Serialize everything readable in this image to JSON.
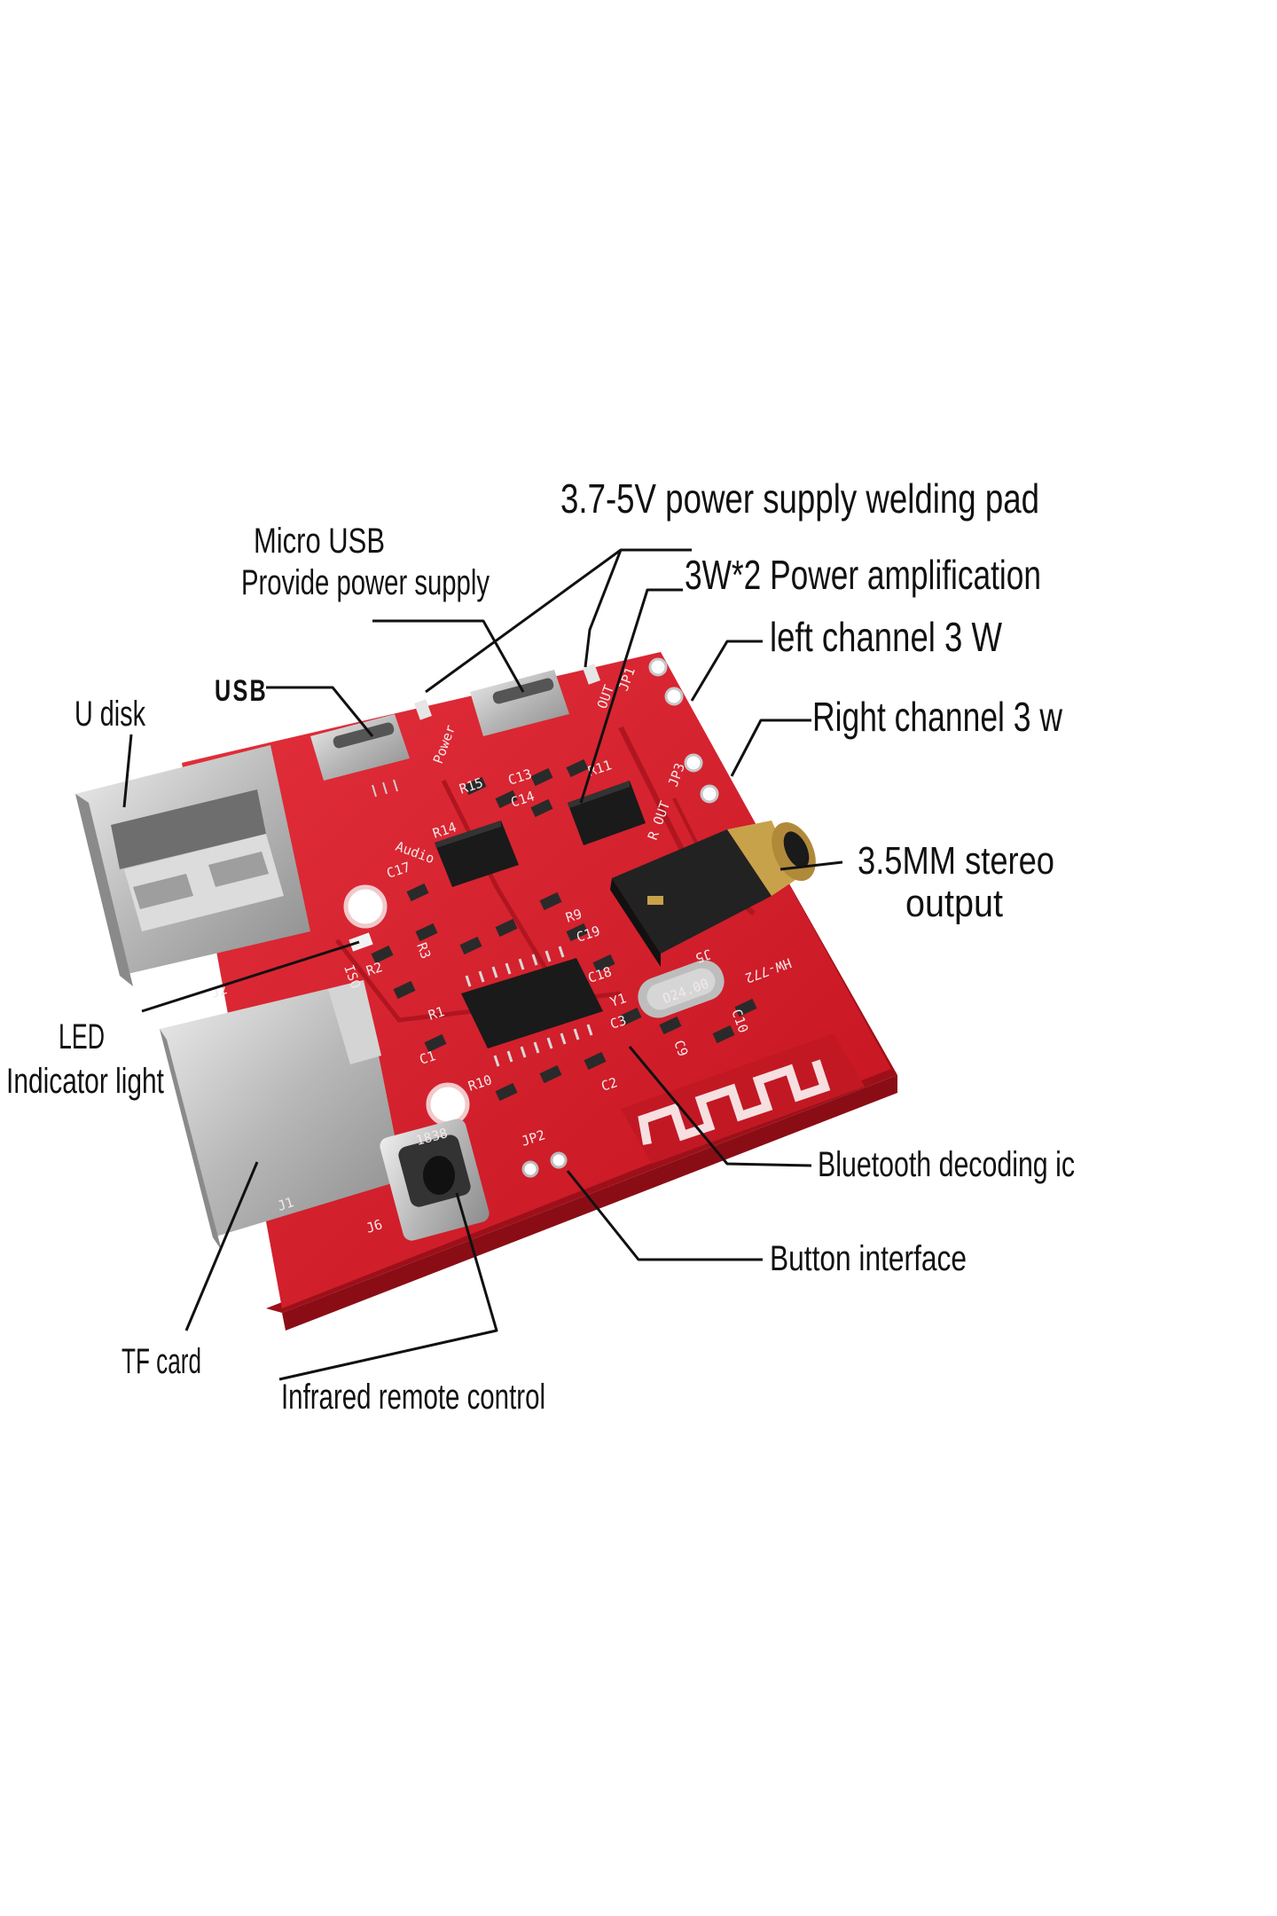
{
  "labels": {
    "power_pad": "3.7-5V power supply welding pad",
    "micro_usb_l1": "Micro USB",
    "micro_usb_l2": "Provide power supply",
    "amp": "3W*2 Power amplification",
    "left_channel": "left channel 3 W",
    "right_channel": "Right channel 3 w",
    "usb": "USB",
    "u_disk": "U disk",
    "stereo_l1": "3.5MM stereo",
    "stereo_l2": "output",
    "led_l1": "LED",
    "led_l2": "Indicator light",
    "bt_ic": "Bluetooth decoding ic",
    "button": "Button interface",
    "tf": "TF card",
    "ir": "Infrared remote control"
  },
  "silkscreen": {
    "audio": "Audio",
    "power": "Power",
    "out": "OUT",
    "r_out": "R OUT",
    "jp1": "JP1",
    "jp2": "JP2",
    "jp3": "JP3",
    "j5": "J5",
    "j2": "J2",
    "j1": "J1",
    "j6": "J6",
    "model": "HW-772",
    "crystal": "O24.00",
    "r15": "R15",
    "r14": "R14",
    "r11": "R11",
    "r9": "R9",
    "r10": "R10",
    "r2": "R2",
    "r1": "R1",
    "r3": "R3",
    "c13": "C13",
    "c14": "C14",
    "c17": "C17",
    "c18": "C18",
    "c19": "C19",
    "c1": "C1",
    "c2": "C2",
    "c3": "C3",
    "c9": "C9",
    "c10": "C10",
    "y1": "Y1",
    "iso": "ISO",
    "ir_mark": "1838"
  },
  "colors": {
    "pcb": "#d81e2c",
    "pcb_dark": "#a5121d",
    "silk": "#f4e9e9",
    "metal": "#c9c9c9",
    "ic": "#1a1a1a",
    "gold": "#c8a24a"
  }
}
